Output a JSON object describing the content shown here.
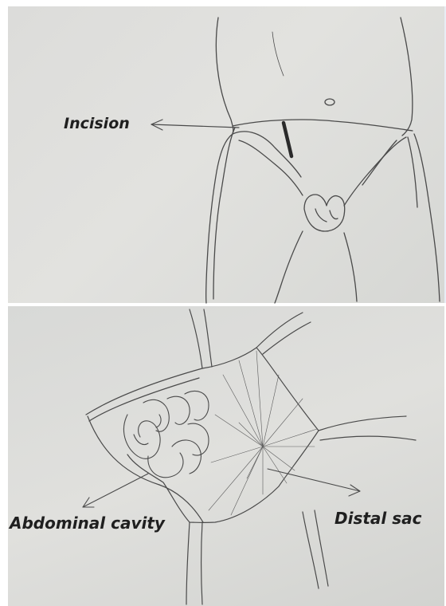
{
  "labels": {
    "incision": "Incision",
    "abdominal_cavity": "Abdominal cavity",
    "distal_sac": "Distal sac"
  }
}
